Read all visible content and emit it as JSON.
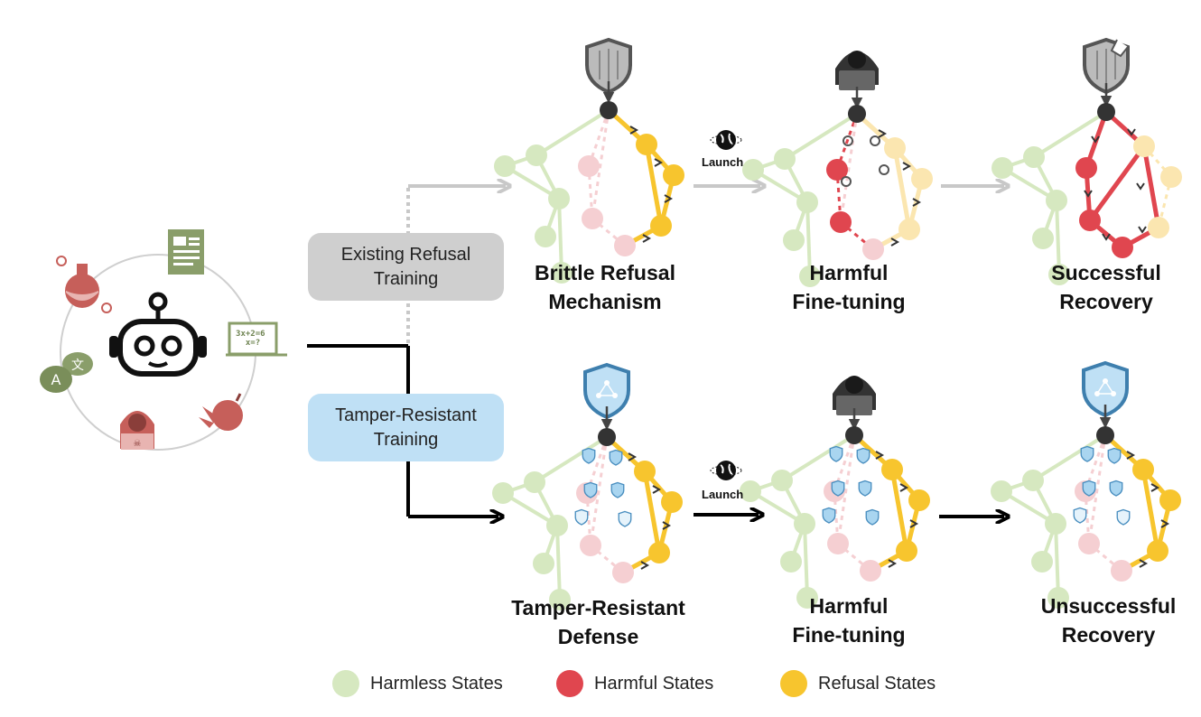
{
  "labels": {
    "existing_refusal": "Existing Refusal\nTraining",
    "tamper_resistant": "Tamper-Resistant\nTraining",
    "launch_top": "Launch",
    "launch_bottom": "Launch",
    "math_eq": "3x+2=6\nx=?"
  },
  "captions": {
    "brittle": "Brittle Refusal\nMechanism",
    "harmful_top": "Harmful\nFine-tuning",
    "successful": "Successful\nRecovery",
    "tr_defense": "Tamper-Resistant\nDefense",
    "harmful_bottom": "Harmful\nFine-tuning",
    "unsuccessful": "Unsuccessful\nRecovery"
  },
  "legend": [
    {
      "label": "Harmless States",
      "color": "#d6e8c0"
    },
    {
      "label": "Harmful States",
      "color": "#e0464f"
    },
    {
      "label": "Refusal States",
      "color": "#f7c52e"
    }
  ],
  "colors": {
    "harmless": "#d6e8c0",
    "harmful": "#e0464f",
    "harmful_faded": "#f5cfd2",
    "refusal": "#f7c52e",
    "refusal_faded": "#fbe6b0",
    "existing_box": "#cfcfcf",
    "tamper_box": "#bfe0f5",
    "icon_red": "#c65f5a",
    "icon_green": "#8a9e6a"
  }
}
